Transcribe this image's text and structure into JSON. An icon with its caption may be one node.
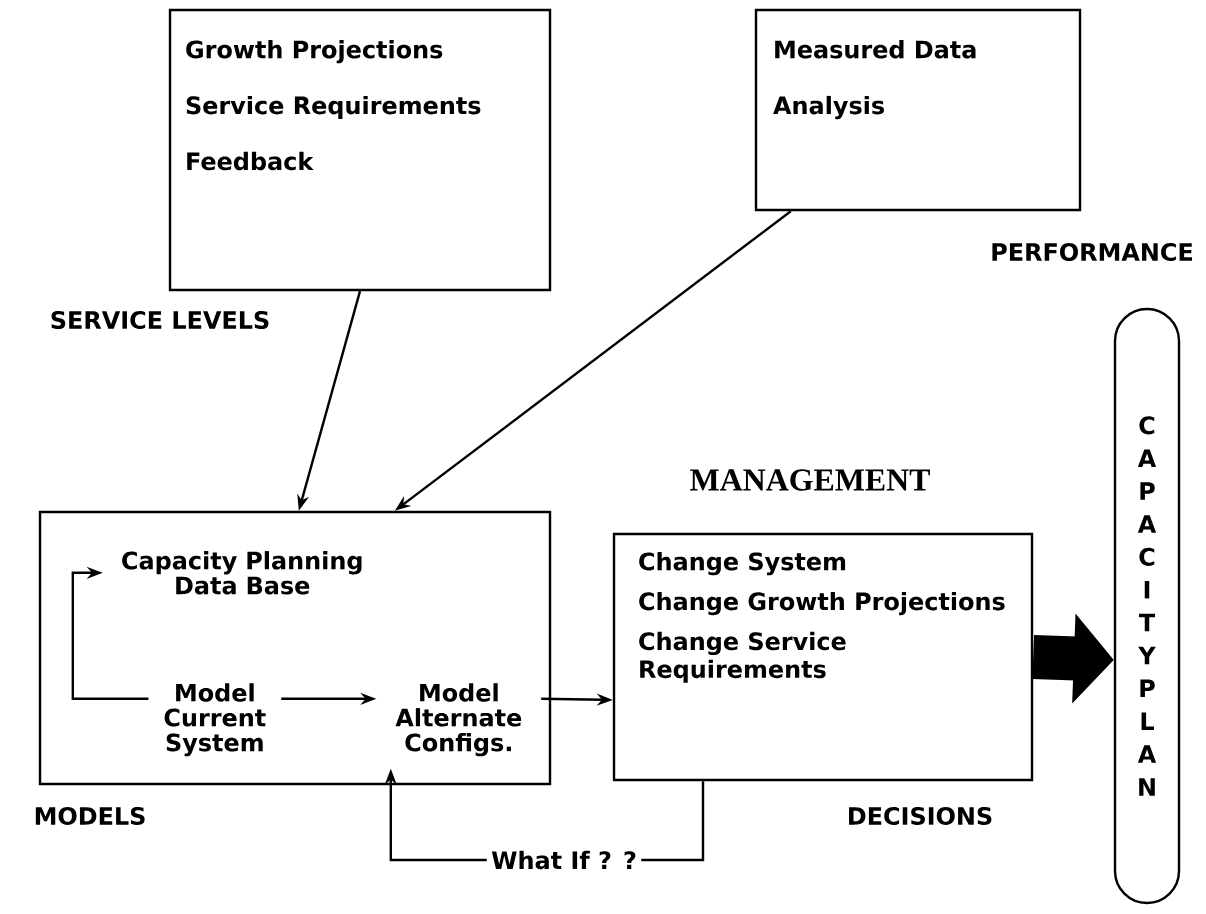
{
  "diagram": {
    "nodes": [
      {
        "text": [
          "Growth Projections",
          "Service Requirements",
          "Feedback"
        ],
        "beside": [
          "SERVICE LEVELS"
        ]
      },
      {
        "text": [
          "Measured Data",
          "Analysis"
        ],
        "beside": [
          "PERFORMANCE"
        ]
      },
      {
        "text": [],
        "shape": "box",
        "beside": [
          "MODELS"
        ]
      },
      {
        "text": [
          "Capacity Planning Data Base"
        ],
        "in": 2
      },
      {
        "text": [
          "Model Current System"
        ],
        "in": 2
      },
      {
        "text": [
          "Model Alternate Configs."
        ],
        "in": 2
      },
      {
        "text": [
          "Change System",
          "Change Growth Projections",
          "Change Service Requirements"
        ],
        "beside": [
          "MANAGEMENT",
          "DECISIONS"
        ]
      },
      {
        "text": [
          "What If ? ?"
        ]
      },
      {
        "text": [
          "CAPACITY PLAN"
        ]
      }
    ],
    "edges": [
      {
        "from": 0,
        "to": 2,
        "arrow": "to"
      },
      {
        "from": 1,
        "to": 2,
        "arrow": "to"
      },
      {
        "from": 4,
        "to": 3,
        "arrow": "to"
      },
      {
        "from": 4,
        "to": 5,
        "arrow": "to"
      },
      {
        "from": 5,
        "to": 6,
        "arrow": "to"
      },
      {
        "from": 7,
        "to": 5,
        "arrow": "to"
      },
      {
        "from": 6,
        "to": 7,
        "arrow": "none"
      },
      {
        "from": 6,
        "to": 8,
        "arrow": "to",
        "style": "thick"
      }
    ]
  }
}
